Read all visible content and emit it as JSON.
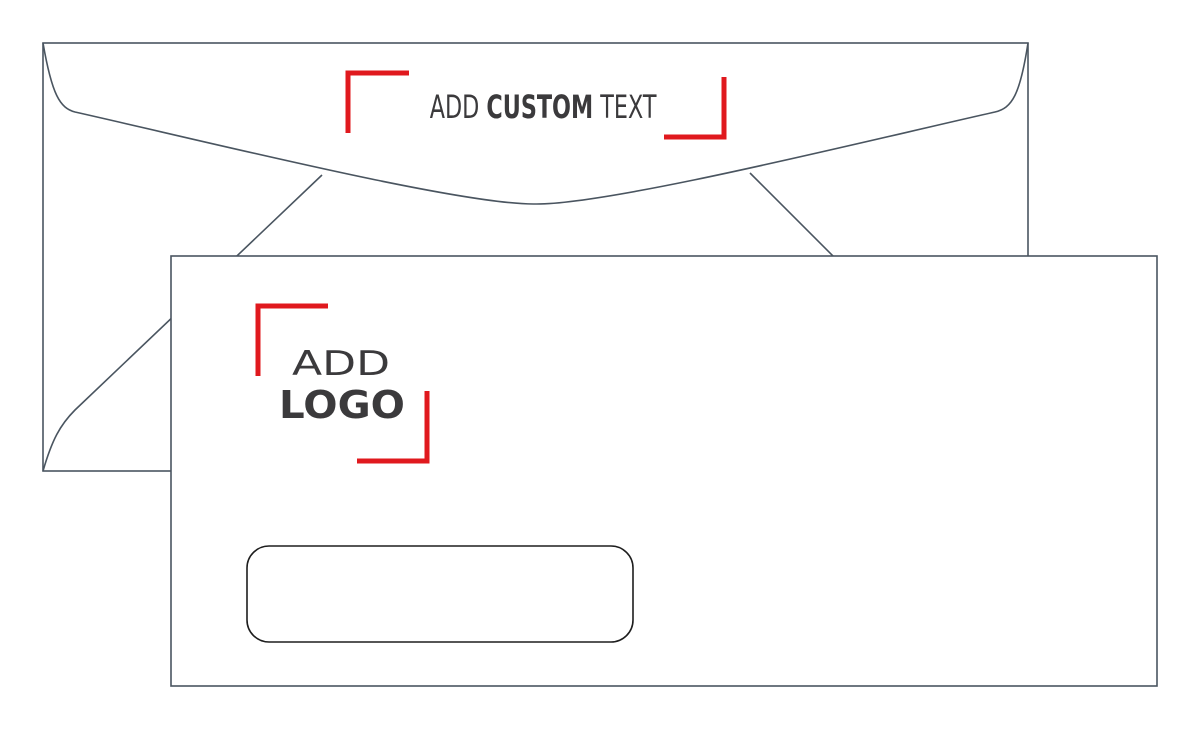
{
  "colors": {
    "accent": "#e0191e",
    "text": "#3b3a3c",
    "outline": "#4a5560"
  },
  "back_envelope": {
    "custom_text": {
      "prefix": "ADD ",
      "emphasis": "CUSTOM",
      "suffix": " TEXT"
    }
  },
  "front_envelope": {
    "logo_placeholder": {
      "line1": "ADD",
      "line2": "LOGO"
    },
    "address_window": "empty"
  }
}
